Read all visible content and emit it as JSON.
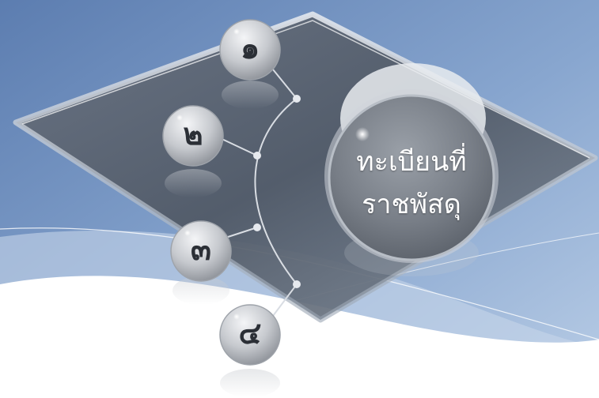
{
  "slide": {
    "title_lines": [
      "ทะเบียนที่",
      "ราชพัสดุ"
    ],
    "steps": [
      "๑",
      "๒",
      "๓",
      "๔"
    ]
  },
  "colors": {
    "background_top": "#5f7fae",
    "background_mid": "#a9c0dd",
    "wave": "#ffffff",
    "glass_plate": "#5b6470",
    "sphere": "#c9ccd1",
    "number_text": "#2b2f36",
    "title_text": "#ffffff",
    "connector": "#d9dde3"
  }
}
